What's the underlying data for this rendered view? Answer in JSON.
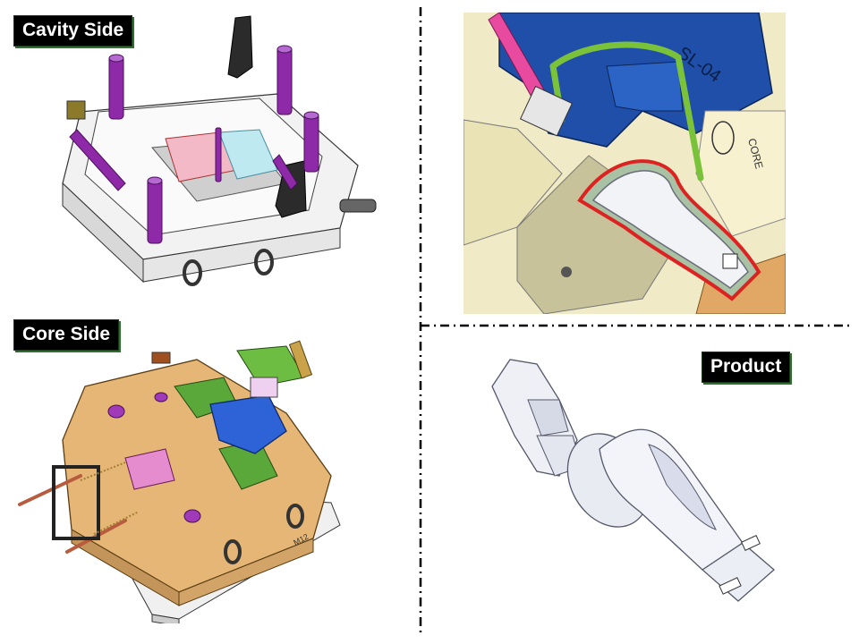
{
  "labels": {
    "cavity": "Cavity Side",
    "core": "Core Side",
    "product": "Product"
  },
  "colors": {
    "label_bg": "#000000",
    "label_text": "#ffffff",
    "divider": "#000000",
    "purple_pins": "#8e2aa8",
    "blue_slider": "#1f4fa8",
    "cream_plate": "#f2ecc4",
    "orange_plate": "#e0a864",
    "green_runner": "#7ac23a"
  },
  "panels": {
    "cavity_view": "cavity-side-3d-mold-render",
    "closeup_view": "slider-closeup-3d-render",
    "core_view": "core-side-3d-mold-render",
    "product_view": "product-part-3d-render"
  },
  "engravings": {
    "closeup_top": "SL-04",
    "closeup_core": "CORE",
    "core_m12": "M12"
  }
}
